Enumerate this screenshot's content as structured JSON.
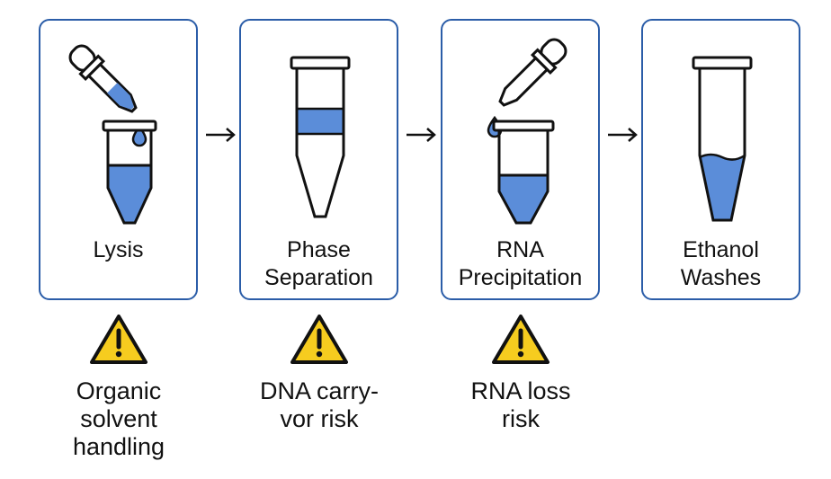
{
  "steps": [
    {
      "label_line1": "Lysis",
      "label_line2": "",
      "icon": "pipette-tube-icon"
    },
    {
      "label_line1": "Phase",
      "label_line2": "Separation",
      "icon": "phase-tube-icon"
    },
    {
      "label_line1": "RNA",
      "label_line2": "Precipitation",
      "icon": "pipette-tube-icon"
    },
    {
      "label_line1": "Ethanol",
      "label_line2": "Washes",
      "icon": "wash-tube-icon"
    }
  ],
  "risks": [
    {
      "line1": "Organic",
      "line2": "solvent",
      "line3": "handling",
      "icon": "warning-icon"
    },
    {
      "line1": "DNA carry-",
      "line2": "vor risk",
      "line3": "",
      "icon": "warning-icon"
    },
    {
      "line1": "RNA loss",
      "line2": "risk",
      "line3": "",
      "icon": "warning-icon"
    }
  ],
  "colors": {
    "border": "#2b5da8",
    "liquid": "#5b8dd9",
    "outline": "#111111",
    "warning_fill": "#f6cc1f"
  }
}
